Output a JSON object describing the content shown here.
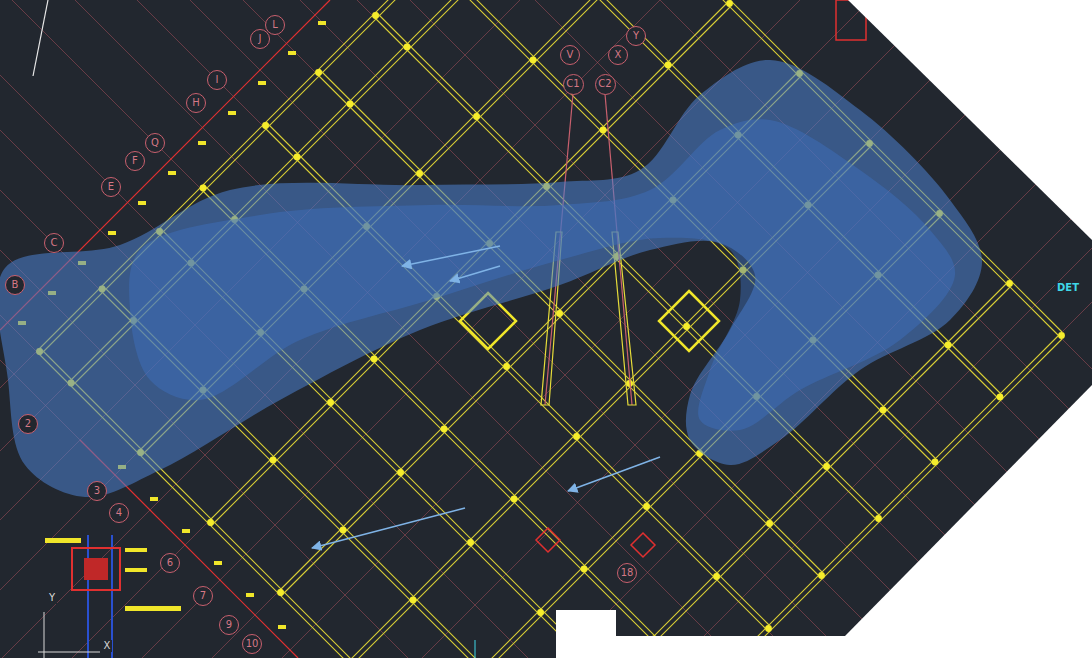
{
  "diagram": {
    "labels": [
      "L",
      "J",
      "I",
      "H",
      "Q",
      "F",
      "E",
      "C",
      "B",
      "2",
      "3",
      "4",
      "6",
      "7",
      "9",
      "10",
      "V",
      "X",
      "Y",
      "C1",
      "C2",
      "18",
      "DET",
      "Y",
      "X"
    ]
  }
}
